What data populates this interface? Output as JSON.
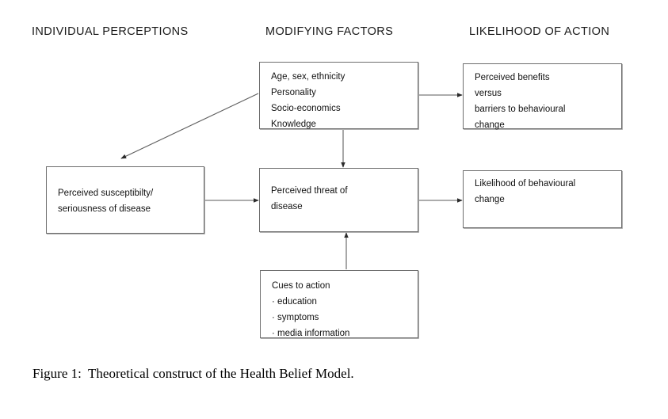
{
  "headings": {
    "individual": "INDIVIDUAL PERCEPTIONS",
    "modifying": "MODIFYING FACTORS",
    "likelihood": "LIKELIHOOD OF ACTION"
  },
  "boxes": {
    "modifying_factors": "Age, sex, ethnicity\nPersonality\nSocio-economics\nKnowledge",
    "perceived_benefits": "Perceived benefits\nversus\nbarriers to behavioural\nchange",
    "perceived_susceptibility": "Perceived susceptibilty/\nseriousness of disease",
    "perceived_threat": "Perceived threat of\ndisease",
    "likelihood_change": "Likelihood of behavioural\nchange",
    "cues_to_action": "Cues to action\n· education\n· symptoms\n· media information"
  },
  "caption": "Figure 1:  Theoretical construct of the Health Belief Model.",
  "colors": {
    "background": "#ffffff",
    "box_border": "#6e6e6e",
    "box_shadow": "#9a9a9a",
    "connector": "#5f5f5f",
    "text": "#111111"
  },
  "connectors": [
    {
      "name": "modifying-to-susceptibility",
      "from": "modifying_factors",
      "to": "perceived_susceptibility",
      "style": "diagonal-arrow"
    },
    {
      "name": "modifying-to-benefits",
      "from": "modifying_factors",
      "to": "perceived_benefits",
      "style": "right-arrow"
    },
    {
      "name": "modifying-to-threat",
      "from": "modifying_factors",
      "to": "perceived_threat",
      "style": "down-arrow"
    },
    {
      "name": "susceptibility-to-threat",
      "from": "perceived_susceptibility",
      "to": "perceived_threat",
      "style": "right-arrow"
    },
    {
      "name": "threat-to-likelihood",
      "from": "perceived_threat",
      "to": "likelihood_change",
      "style": "right-arrow"
    },
    {
      "name": "cues-to-threat",
      "from": "cues_to_action",
      "to": "perceived_threat",
      "style": "up-arrow"
    }
  ]
}
